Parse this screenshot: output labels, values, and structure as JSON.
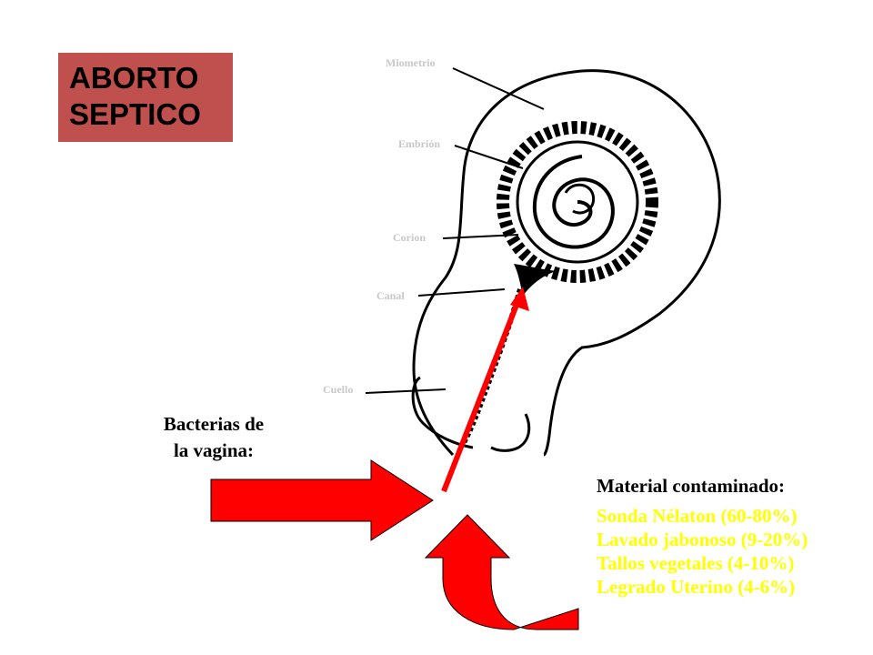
{
  "title": {
    "line1": "ABORTO",
    "line2": "SEPTICO"
  },
  "colors": {
    "title_bg": "#c0504d",
    "arrow": "#ff0000",
    "list_text": "#ffff00",
    "part_label": "#c8c8c8"
  },
  "anatomy_labels": {
    "miometrio": "Miometrio",
    "embrion": "Embrión",
    "corion": "Corion",
    "canal": "Canal",
    "cuello": "Cuello"
  },
  "bacteria_label": {
    "line1": "Bacterias de",
    "line2": "la vagina:"
  },
  "material": {
    "title": "Material contaminado:",
    "items": [
      "Sonda Nélaton  (60-80%)",
      "Lavado jabonoso (9-20%)",
      "Tallos vegetales (4-10%)",
      "Legrado Uterino (4-6%)"
    ]
  }
}
